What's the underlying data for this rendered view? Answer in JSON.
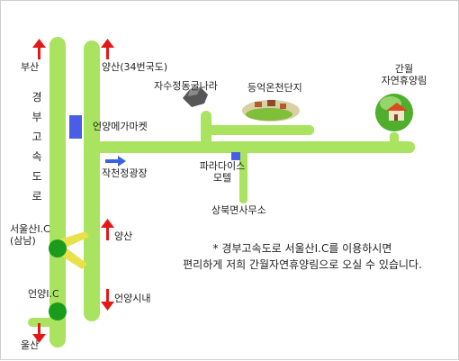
{
  "colors": {
    "road": "#a9e35f",
    "up_arrow": "#e31919",
    "down_arrow": "#e31919",
    "side_arrow": "#3b63e0",
    "marker_square": "#4a5de6",
    "ic_circle": "#1b9b1b",
    "ramp": "#e9e14a"
  },
  "icons": {
    "forest_resort": "green-globe-house-icon",
    "rock": "rock-icon",
    "hotspring": "hotspring-icon"
  },
  "labels": {
    "busan": "부산",
    "yangsan_route": "양산(34번국도)",
    "highway_vertical": [
      "경",
      "부",
      "고",
      "속",
      "도",
      "로"
    ],
    "cave": "자수정동굴나라",
    "hotspring": "등억온천단지",
    "resort_line1": "간월",
    "resort_line2": "자연휴양림",
    "market": "언양메가마켓",
    "jakcheon": "작천정광장",
    "paradise_line1": "파라다이스",
    "paradise_line2": "모텔",
    "office": "상북면사무소",
    "seoul_ic_line1": "서울산I.C",
    "seoul_ic_line2": "(삼남)",
    "yangsan": "양산",
    "eonyang_ic": "언양I.C",
    "eonyang_city": "언양시내",
    "ulsan": "울산"
  },
  "note": {
    "line1": "* 경부고속도로 서울산I.C를 이용하시면",
    "line2": "편리하게 저희 간월자연휴양림으로 오실 수 있습니다."
  }
}
